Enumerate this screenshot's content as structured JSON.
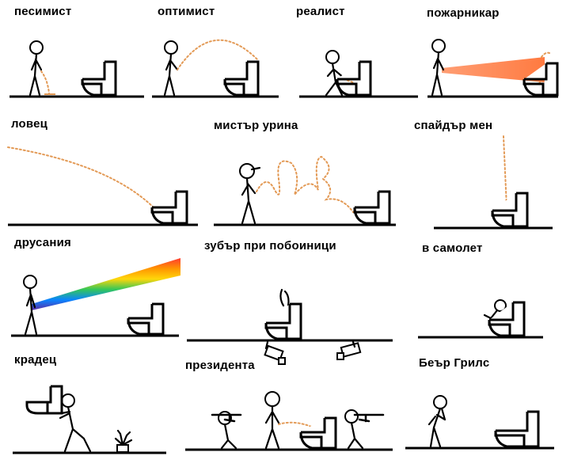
{
  "panels": [
    {
      "label": "песимист"
    },
    {
      "label": "оптимист"
    },
    {
      "label": "реалист"
    },
    {
      "label": "пожарникар"
    },
    {
      "label": "ловец"
    },
    {
      "label": "мистър урина"
    },
    {
      "label": "спайдър мен"
    },
    {
      "label": "друсания"
    },
    {
      "label": "зубър при побоиници"
    },
    {
      "label": "в самолет"
    },
    {
      "label": "крадец"
    },
    {
      "label": "президента"
    },
    {
      "label": "Беър Грилс"
    }
  ],
  "colors": {
    "pee": "#e39a56",
    "fire_stream": "#ff8c5a",
    "ink": "#000000",
    "background": "#ffffff"
  }
}
